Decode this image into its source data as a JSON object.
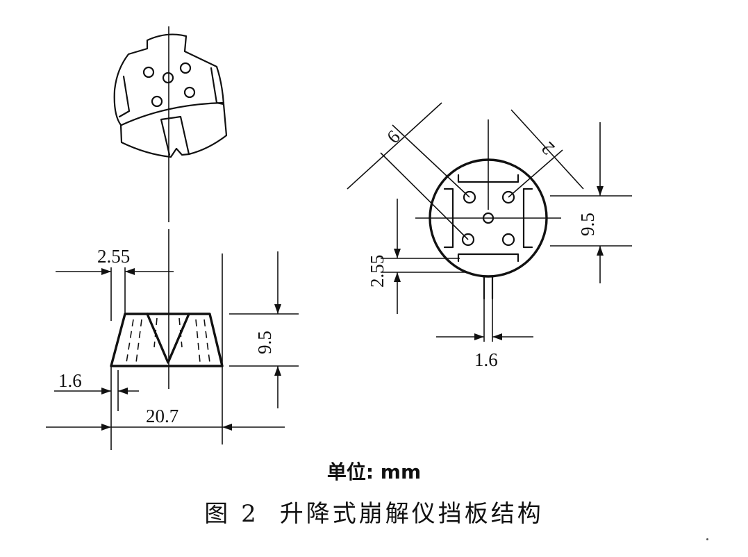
{
  "dimensions": {
    "side_top_slot": "2.55",
    "side_height": "9.5",
    "side_bottom_offset": "1.6",
    "side_width": "20.7",
    "top_hole_pitch_left": "6",
    "top_hole_dia": "2",
    "top_height": "9.5",
    "top_slot": "2.55",
    "top_gap": "1.6"
  },
  "unit_label": "单位: mm",
  "caption": {
    "number": "图 2",
    "title": "升降式崩解仪挡板结构"
  }
}
